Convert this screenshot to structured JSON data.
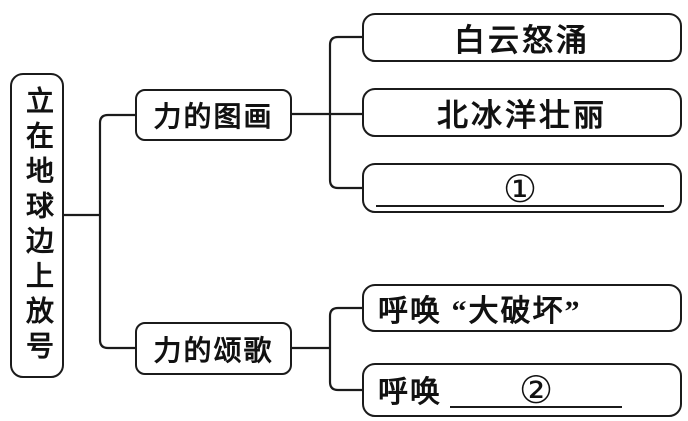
{
  "diagram": {
    "root": {
      "label": "立在地球边上放号"
    },
    "groups": [
      {
        "label": "力的图画",
        "items": [
          {
            "text": "白云怒涌"
          },
          {
            "text": "北冰洋壮丽"
          },
          {
            "blank_marker": "①"
          }
        ]
      },
      {
        "label": "力的颂歌",
        "items": [
          {
            "text": "呼唤 “大破坏”"
          },
          {
            "prefix": "呼唤",
            "blank_marker": "②"
          }
        ]
      }
    ],
    "colors": {
      "line": "#1b1b1b",
      "background": "#ffffff"
    }
  }
}
